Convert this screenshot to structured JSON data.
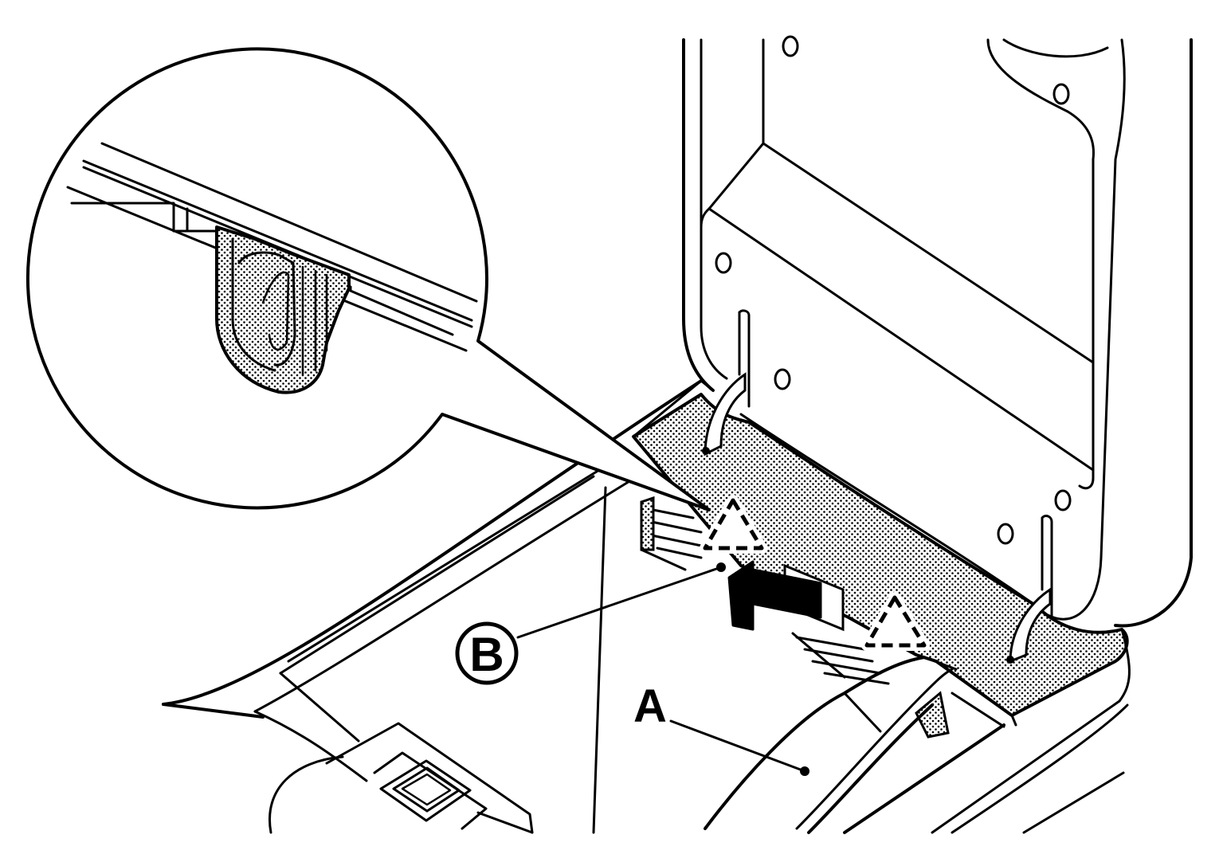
{
  "callouts": {
    "a": {
      "text": "A"
    },
    "b": {
      "text": "B"
    }
  },
  "colors": {
    "line": "#000000",
    "background": "#ffffff",
    "dot_fill": "#000000"
  },
  "icons": [
    "magnifier-callout-circle",
    "direction-arrow-icon",
    "clip-location-triangle-icon"
  ]
}
